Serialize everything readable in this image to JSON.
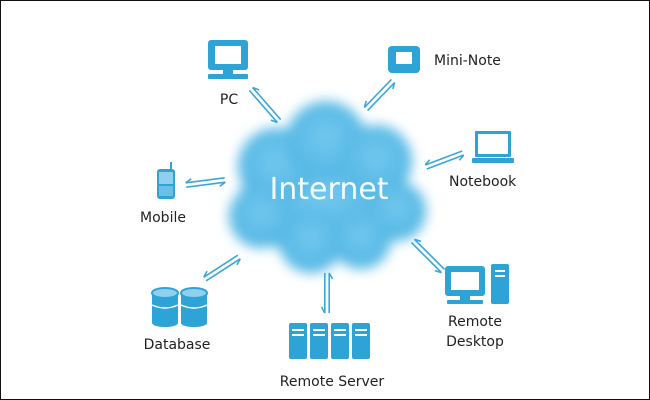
{
  "center": {
    "label": "Internet"
  },
  "nodes": [
    {
      "id": "pc",
      "label": "PC",
      "icon": "desktop-monitor-icon"
    },
    {
      "id": "mini-note",
      "label": "Mini-Note",
      "icon": "netbook-icon"
    },
    {
      "id": "notebook",
      "label": "Notebook",
      "icon": "laptop-icon"
    },
    {
      "id": "mobile",
      "label": "Mobile",
      "icon": "mobile-phone-icon"
    },
    {
      "id": "database",
      "label": "Database",
      "icon": "database-icon"
    },
    {
      "id": "remote-server",
      "label": "Remote Server",
      "icon": "server-rack-icon"
    },
    {
      "id": "remote-desktop",
      "label_line1": "Remote",
      "label_line2": "Desktop",
      "icon": "workstation-icon"
    }
  ],
  "colors": {
    "icon": "#2ea3d5",
    "cloud": "#5dbde6",
    "arrow": "#3aa8d8"
  }
}
